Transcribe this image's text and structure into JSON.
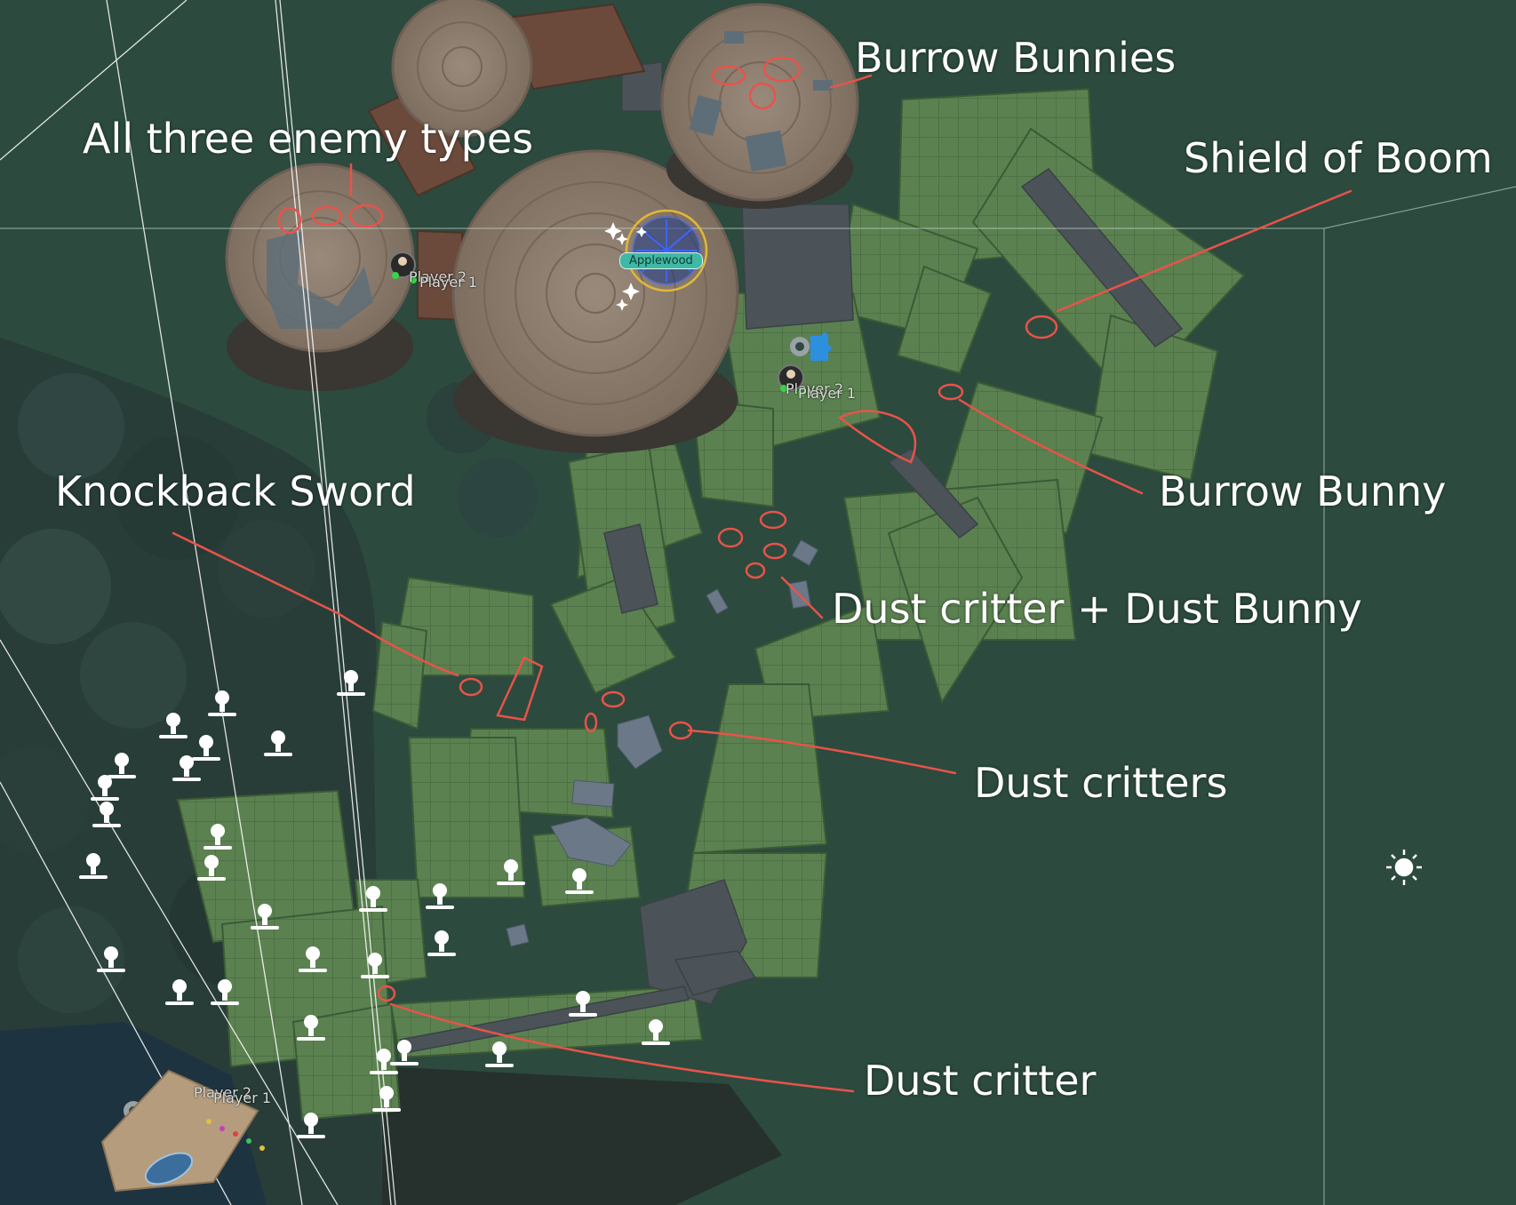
{
  "annotations": {
    "burrow_bunnies": "Burrow Bunnies",
    "all_three_enemy_types": "All three enemy types",
    "shield_of_boom": "Shield of Boom",
    "knockback_sword": "Knockback Sword",
    "burrow_bunny": "Burrow Bunny",
    "dust_critter_dust_bunny": "Dust critter + Dust Bunny",
    "dust_critters": "Dust critters",
    "dust_critter": "Dust critter"
  },
  "map_labels": {
    "location_name": "Applewood",
    "player_a": "Player 2",
    "player_b": "Player 1"
  },
  "colors": {
    "background": "#2c4a3e",
    "grass_tiles": "#5a8050",
    "stump_wood": "#8a7a6c",
    "annotation_ink": "#e8534a",
    "label_text": "#ffffff",
    "location_badge": "#3fb8a4"
  },
  "icons": [
    "spawn-marker-icon",
    "sun-light-icon",
    "puzzle-gear-icon",
    "player-avatar-icon",
    "boat-icon"
  ]
}
